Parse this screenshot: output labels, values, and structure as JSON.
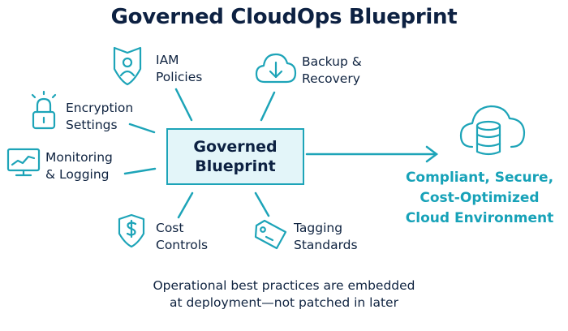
{
  "title": "Governed CloudOps Blueprint",
  "hub": {
    "line1": "Governed",
    "line2": "Blueprint"
  },
  "inputs": [
    {
      "line1": "IAM",
      "line2": "Policies",
      "icon": "shield-user-icon"
    },
    {
      "line1": "Backup &",
      "line2": "Recovery",
      "icon": "cloud-download-icon"
    },
    {
      "line1": "Encryption",
      "line2": "Settings",
      "icon": "padlock-icon"
    },
    {
      "line1": "Monitoring",
      "line2": "& Logging",
      "icon": "monitor-chart-icon"
    },
    {
      "line1": "Cost",
      "line2": "Controls",
      "icon": "shield-dollar-icon"
    },
    {
      "line1": "Tagging",
      "line2": "Standards",
      "icon": "tag-icon"
    }
  ],
  "outcome": {
    "lines": [
      "Compliant, Secure,",
      "Cost-Optimized",
      "Cloud Environment"
    ],
    "icon": "cloud-database-icon"
  },
  "footer": {
    "line1": "Operational best practices are embedded",
    "line2": "at deployment—not patched in later"
  },
  "colors": {
    "accent": "#1da4b8",
    "text": "#0f2340",
    "hub_fill": "#e3f5f9"
  }
}
